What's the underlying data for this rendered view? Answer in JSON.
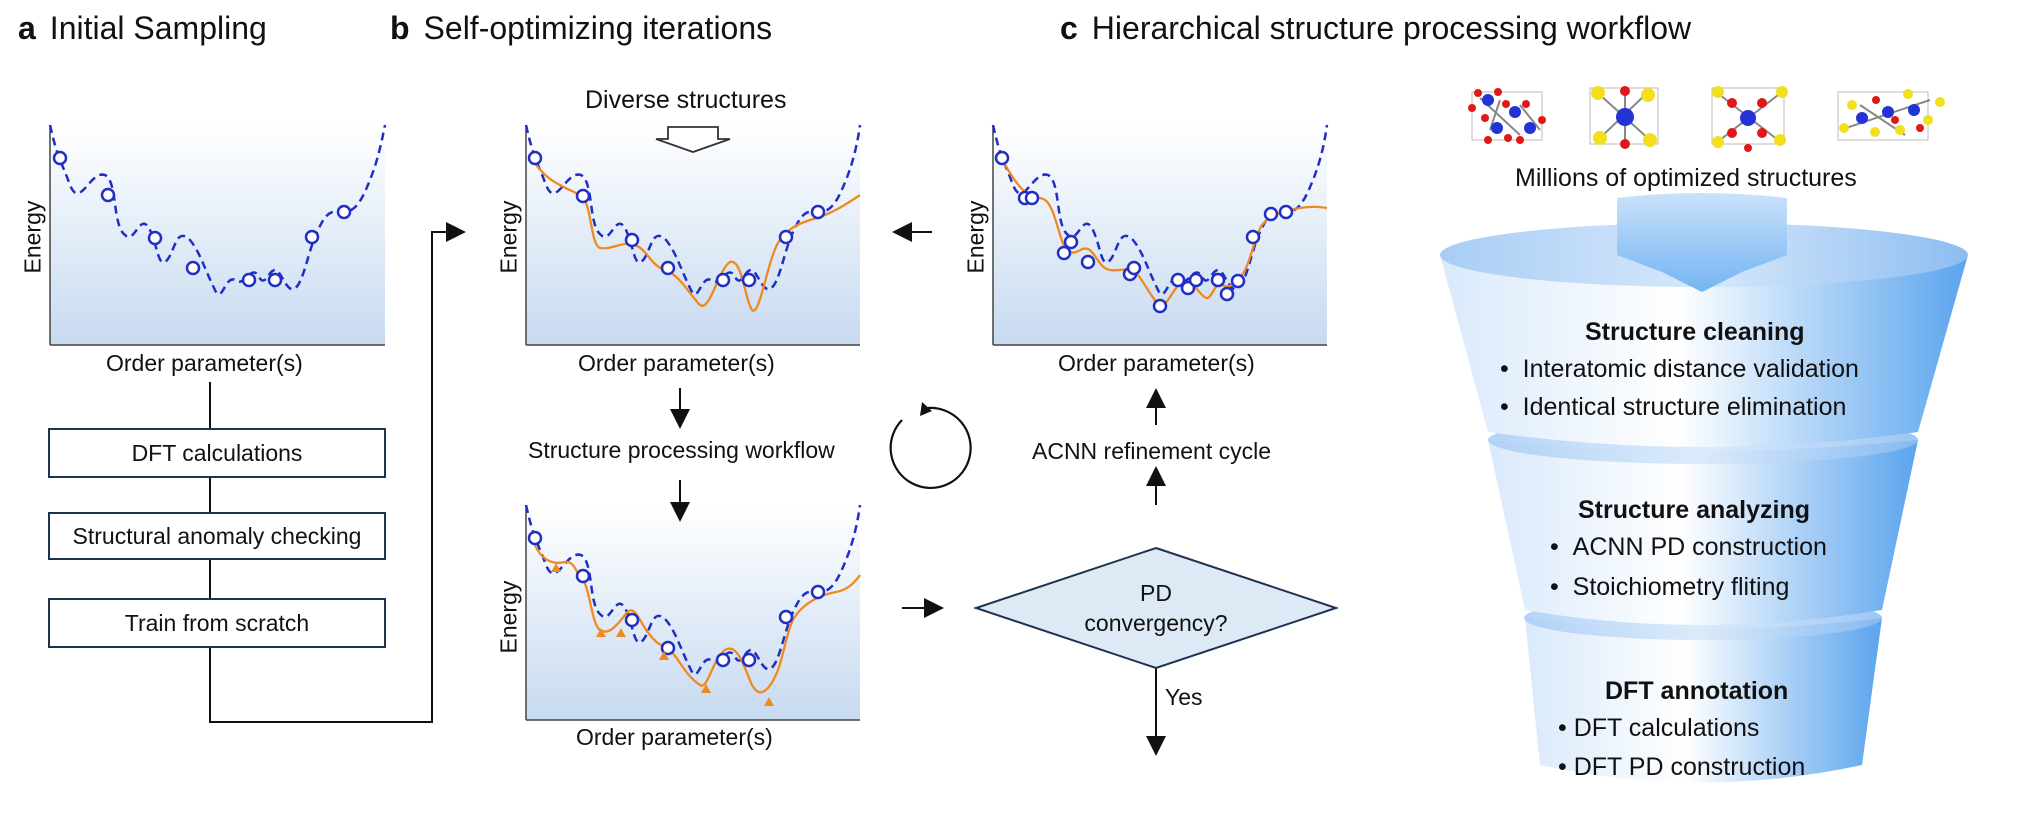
{
  "panel_a": {
    "letter": "a",
    "title": "Initial Sampling",
    "xlabel": "Order parameter(s)",
    "ylabel": "Energy",
    "steps": [
      "DFT calculations",
      "Structural anomaly checking",
      "Train from scratch"
    ]
  },
  "panel_b": {
    "letter": "b",
    "title": "Self-optimizing iterations",
    "diverse_label": "Diverse structures",
    "xlabel": "Order parameter(s)",
    "ylabel": "Energy",
    "workflow_label": "Structure processing workflow",
    "refinement_label": "ACNN refinement cycle",
    "decision_line1": "PD",
    "decision_line2": "convergency?",
    "yes_label": "Yes"
  },
  "panel_c": {
    "letter": "c",
    "title": "Hierarchical structure processing workflow",
    "structures_label": "Millions of optimized structures",
    "stages": [
      {
        "heading": "Structure cleaning",
        "items": [
          "Interatomic distance validation",
          "Identical structure elimination"
        ]
      },
      {
        "heading": "Structure analyzing",
        "items": [
          "ACNN PD construction",
          "Stoichiometry fliting"
        ]
      },
      {
        "heading": "DFT annotation",
        "items": [
          "DFT calculations",
          "DFT PD construction"
        ]
      }
    ]
  },
  "colors": {
    "dft_curve": "#1f2fc4",
    "model_curve": "#f08a1e",
    "sample_marker": "#1f2fc4",
    "added_marker": "#f08a1e",
    "plot_fill_top": "#ffffff",
    "plot_fill_bottom": "#c7daf0",
    "funnel_light": "#e8f2fd",
    "funnel_dark": "#6aaef0",
    "box_border": "#1d3350"
  }
}
